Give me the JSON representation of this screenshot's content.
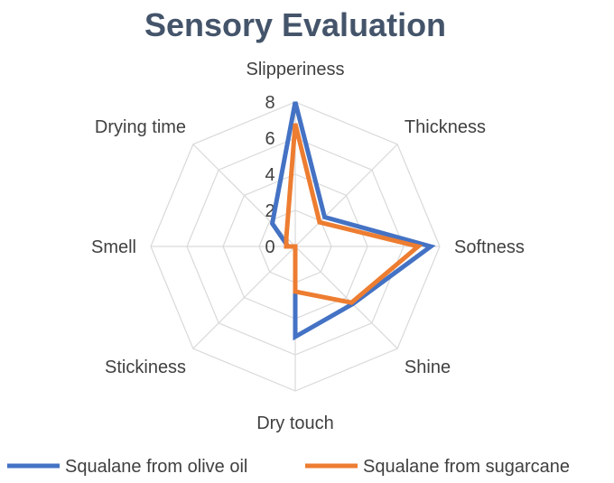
{
  "chart_data": {
    "type": "radar",
    "title": "Sensory Evaluation",
    "categories": [
      "Slipperiness",
      "Thickness",
      "Softness",
      "Shine",
      "Dry touch",
      "Stickiness",
      "Smell",
      "Drying time"
    ],
    "rlim": [
      0,
      8
    ],
    "ticks": [
      "0",
      "2",
      "4",
      "6",
      "8"
    ],
    "grid": true,
    "legend_position": "bottom",
    "series": [
      {
        "name": "Squalane from olive oil",
        "color": "#4472c4",
        "values": [
          8,
          2.3,
          7.5,
          4.5,
          5,
          0,
          0.4,
          1.8
        ]
      },
      {
        "name": "Squalane from sugarcane",
        "color": "#ed7d31",
        "values": [
          6.8,
          1.9,
          6.8,
          4.4,
          2.5,
          0,
          0.5,
          0.7
        ]
      }
    ]
  }
}
